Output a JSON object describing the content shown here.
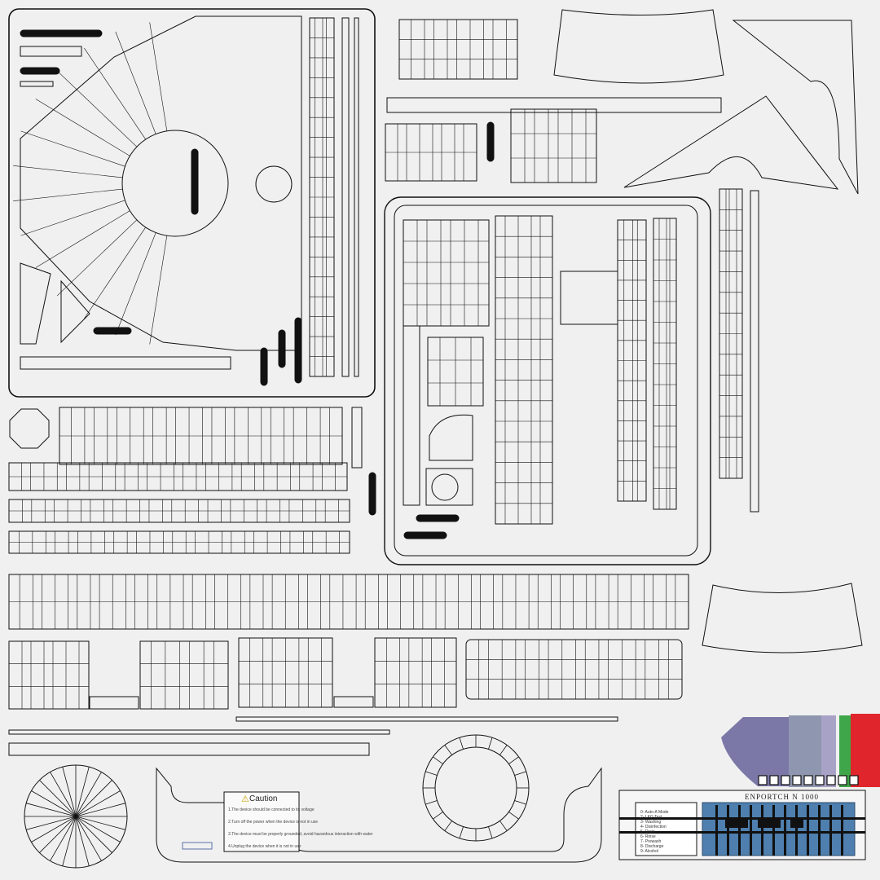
{
  "caution_label": {
    "title": "Caution",
    "lines": [
      "1.The device should be connected to its voltage",
      "2.Turn off the power when the device is not in use",
      "3.The device must be properly grounded, avoid hazardous interaction with water",
      "4.Unplug the device when it is not in use"
    ]
  },
  "control_panel": {
    "title": "ENPORTCH N 1000",
    "menu": [
      "0- Auto-A Mode",
      "2- LKG Test",
      "3- Washing",
      "4- Disinfection",
      "5- Drain",
      "6- Rinse",
      "7- Prewash",
      "8- Discharge",
      "9- Alcohol"
    ]
  },
  "colors": {
    "background": "#f0f0f0",
    "wire": "#111111",
    "swatch_purple": "#7b78a8",
    "swatch_blue": "#8f97b0",
    "swatch_green": "#3fa64a",
    "swatch_red": "#e0262c",
    "display_blue": "#4e7fae"
  }
}
